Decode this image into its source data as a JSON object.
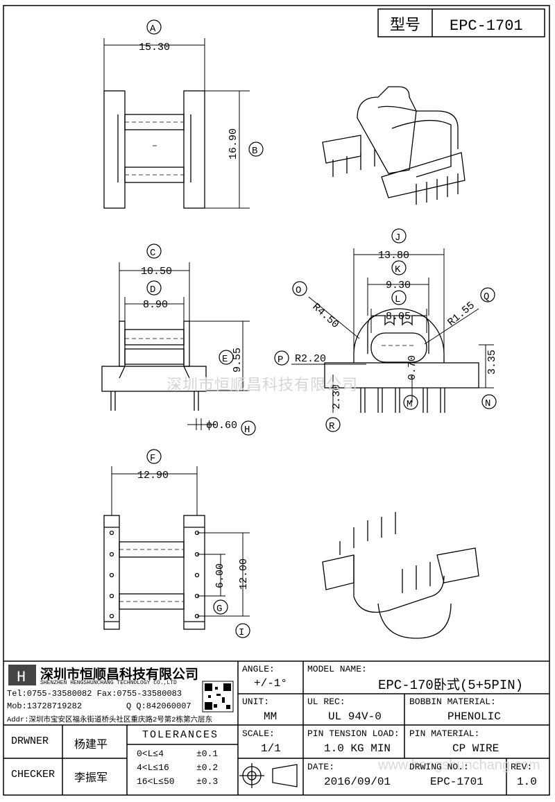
{
  "header": {
    "model_label": "型号",
    "model": "EPC-1701"
  },
  "dimensions": {
    "A": "15.30",
    "B": "16.90",
    "C": "10.50",
    "D": "8.90",
    "E": "9.55",
    "F": "12.90",
    "G": "6.00",
    "H": "ϕ0.60",
    "I": "12.00",
    "J": "13.80",
    "K": "9.30",
    "L": "8.05",
    "M": "0.70",
    "N": "3.35",
    "O": "R4.50",
    "P": "R2.20",
    "Q": "R1.55",
    "R": "2.30"
  },
  "callouts": [
    "A",
    "B",
    "C",
    "D",
    "E",
    "F",
    "G",
    "H",
    "I",
    "J",
    "K",
    "L",
    "M",
    "N",
    "O",
    "P",
    "Q",
    "R"
  ],
  "watermark": "深圳市恒顺昌科技有限公司",
  "watermark_url": "www.hengshunchang.com",
  "company": {
    "logo": "H",
    "name_cn": "深圳市恒顺昌科技有限公司",
    "name_en": "SHENZHEN HENGSHUNCHANG TECHNOLOGY CO.,LTD",
    "tel": "Tel:0755-33580082 Fax:0755-33580083",
    "mob": "Mob:13728719282",
    "qq": "Q Q:842060007",
    "addr": "Addr:深圳市宝安区福永街道桥头社区重庆路2号第2栋第六层东"
  },
  "title_block": {
    "angle_label": "ANGLE:",
    "angle_value": "+/-1°",
    "unit_label": "UNIT:",
    "unit_value": "MM",
    "scale_label": "SCALE:",
    "scale_value": "1/1",
    "model_name_label": "MODEL NAME:",
    "model_name": "EPC-170卧式(5+5PIN)",
    "ul_label": "UL REC:",
    "ul_value": "UL 94V-0",
    "bobbin_label": "BOBBIN MATERIAL:",
    "bobbin_value": "PHENOLIC",
    "tension_label": "PIN TENSION LOAD:",
    "tension_value": "1.0 KG MIN",
    "pin_label": "PIN MATERIAL:",
    "pin_value": "CP WIRE",
    "date_label": "DATE:",
    "date_value": "2016/09/01",
    "drawing_label": "DRWING NO.:",
    "drawing_value": "EPC-1701",
    "rev_label": "REV:",
    "rev_value": "1.0",
    "drawer_label": "DRWNER",
    "drawer_name": "杨建平",
    "checker_label": "CHECKER",
    "checker_name": "李振军",
    "tolerance_title": "TOLERANCES",
    "tolerances": [
      {
        "range": "0<L≤4",
        "value": "±0.1"
      },
      {
        "range": "4<L≤16",
        "value": "±0.2"
      },
      {
        "range": "16<L≤50",
        "value": "±0.3"
      }
    ]
  }
}
